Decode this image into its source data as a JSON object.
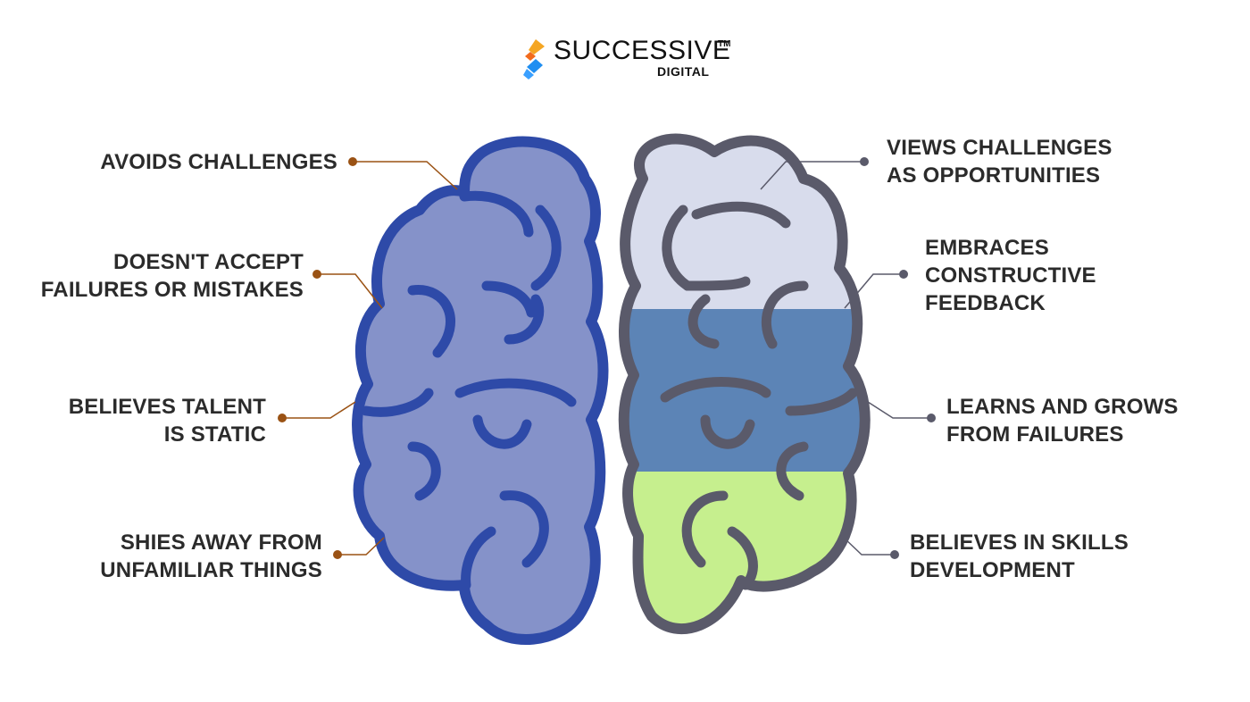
{
  "logo": {
    "name": "SUCCESSIVE",
    "trademark": "TM",
    "sub": "DIGITAL"
  },
  "colors": {
    "left_brain_fill": "#8592c9",
    "left_brain_stroke": "#2e4aa8",
    "right_top_fill": "#d8dcec",
    "right_middle_fill": "#5c84b6",
    "right_bottom_fill": "#c6ef8e",
    "right_brain_stroke": "#5a5a6a",
    "left_dot": "#9a5214",
    "right_dot": "#5a5a6a"
  },
  "fixed_mindset": [
    {
      "text": "AVOIDS CHALLENGES"
    },
    {
      "text": "DOESN'T ACCEPT\nFAILURES OR MISTAKES"
    },
    {
      "text": "BELIEVES TALENT\nIS STATIC"
    },
    {
      "text": "SHIES AWAY FROM\nUNFAMILIAR THINGS"
    }
  ],
  "growth_mindset": [
    {
      "text": "VIEWS CHALLENGES\nAS OPPORTUNITIES"
    },
    {
      "text": "EMBRACES\nCONSTRUCTIVE\nFEEDBACK"
    },
    {
      "text": "LEARNS AND GROWS\nFROM FAILURES"
    },
    {
      "text": "BELIEVES IN SKILLS\nDEVELOPMENT"
    }
  ]
}
